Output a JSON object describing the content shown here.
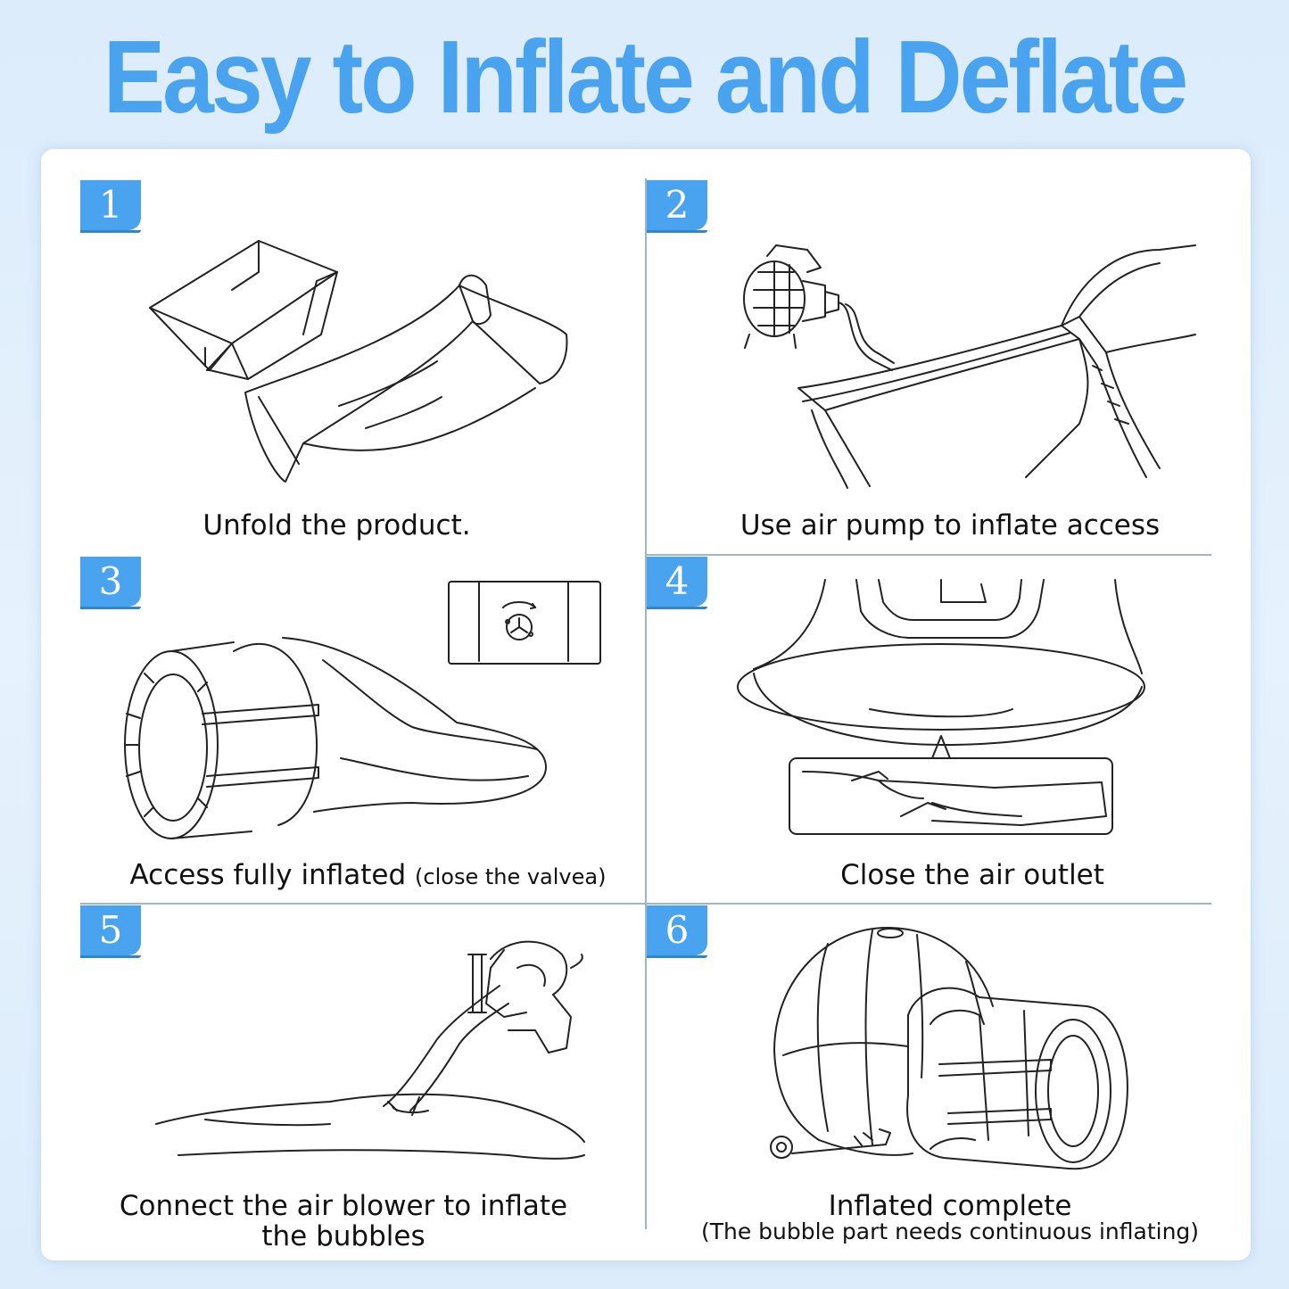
{
  "title": "Easy to Inflate and Deflate",
  "steps": [
    {
      "number": "1",
      "caption": "Unfold the product."
    },
    {
      "number": "2",
      "caption": "Use air pump to inflate access"
    },
    {
      "number": "3",
      "caption": "Access fully inflated",
      "note": "(close the valvea)"
    },
    {
      "number": "4",
      "caption": "Close the air outlet"
    },
    {
      "number": "5",
      "caption": "Connect the air blower to inflate",
      "caption_line2": "the bubbles"
    },
    {
      "number": "6",
      "caption": "Inflated complete",
      "note": "(The bubble part needs continuous inflating)"
    }
  ],
  "colors": {
    "accent": "#4aa3ee",
    "background": "#e1eefb",
    "divider": "#9fb6c9"
  }
}
